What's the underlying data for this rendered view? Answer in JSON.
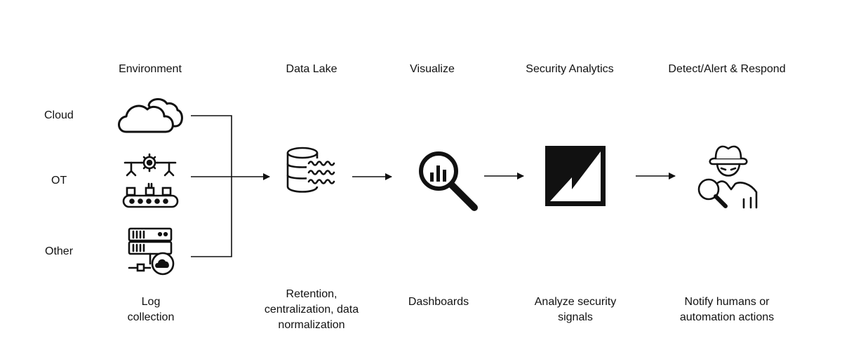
{
  "stages": [
    {
      "title": "Environment",
      "icon": "environment-sources",
      "caption": [
        "Log",
        "collection"
      ]
    },
    {
      "title": "Data Lake",
      "icon": "database-icon",
      "caption": [
        "Retention,",
        "centralization, data",
        "normalization"
      ]
    },
    {
      "title": "Visualize",
      "icon": "magnifier-chart-icon",
      "caption": [
        "Dashboards"
      ]
    },
    {
      "title": "Security Analytics",
      "icon": "analytics-logo-icon",
      "caption": [
        "Analyze security",
        "signals"
      ]
    },
    {
      "title": "Detect/Alert & Respond",
      "icon": "detective-icon",
      "caption": [
        "Notify humans or",
        "automation actions"
      ]
    }
  ],
  "sources": [
    {
      "label": "Cloud",
      "icon": "cloud-icon"
    },
    {
      "label": "OT",
      "icon": "conveyor-icon"
    },
    {
      "label": "Other",
      "icon": "server-cloud-icon"
    }
  ],
  "colors": {
    "ink": "#111111",
    "background": "#ffffff"
  }
}
